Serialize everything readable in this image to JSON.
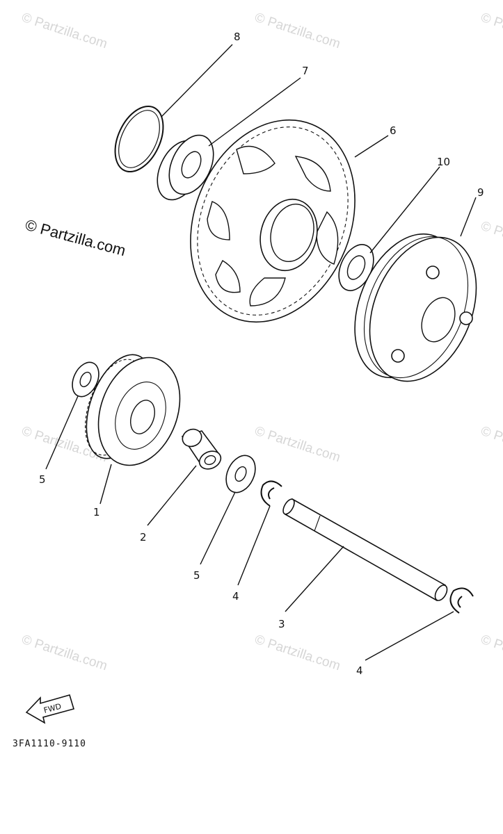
{
  "watermarks": [
    {
      "text": "© Partzilla.com",
      "rows": "top"
    },
    {
      "text": "© Partzilla.com",
      "rows": "mid-left-prominent"
    },
    {
      "text": "© Partzilla.com",
      "rows": "middle"
    },
    {
      "text": "© Partzilla.com",
      "rows": "bottom"
    }
  ],
  "watermark_text": "© Partzilla.com",
  "callouts": {
    "c8": "8",
    "c7": "7",
    "c6": "6",
    "c10": "10",
    "c9": "9",
    "c5a": "5",
    "c1": "1",
    "c2": "2",
    "c5b": "5",
    "c4a": "4",
    "c3": "3",
    "c4b": "4"
  },
  "fwd_label": "FWD",
  "diagram_code": "3FA1110-9110",
  "colors": {
    "ink": "#111111",
    "watermark": "#d6d6d6",
    "background": "#ffffff"
  }
}
